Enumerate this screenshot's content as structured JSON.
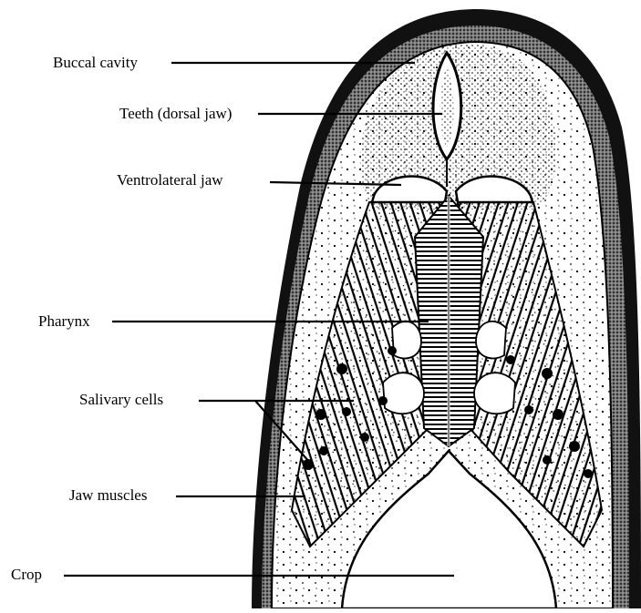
{
  "labels": {
    "buccal_cavity": "Buccal cavity",
    "teeth": "Teeth (dorsal jaw)",
    "ventrolateral_jaw": "Ventrolateral jaw",
    "pharynx": "Pharynx",
    "salivary_cells": "Salivary cells",
    "jaw_muscles": "Jaw muscles",
    "crop": "Crop"
  }
}
